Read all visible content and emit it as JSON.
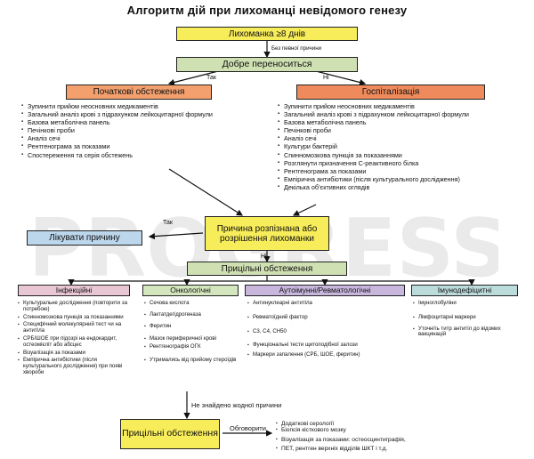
{
  "title": "Алгоритм дій при лихоманці невідомого генезу",
  "nodes": {
    "fever": "Лихоманка ≥8 днів",
    "no_focus": "Без певної причини",
    "tolerates": "Добре переноситься",
    "yes1": "Так",
    "no1": "Ні",
    "initial": "Початкові обстеження",
    "hosp": "Госпіталізація",
    "cause": "Причина розпізнана або розрішення лихоманки",
    "yes2": "Так",
    "no2": "Ні",
    "treat": "Лікувати причину",
    "targeted": "Прицільні обстеження",
    "no_cause": "Не знайдено жодної причини",
    "targeted2": "Прицільні обстеження",
    "discuss": "Обговорити"
  },
  "initial_list": [
    "Зупинити прийом неосновних медикаментів",
    "Загальний аналіз крові з підрахунком лейкоцитарної формули",
    "Базова метаболічна панель",
    "Печінкові проби",
    "Аналіз сечі",
    "Рентгенограма за показами",
    "Спостереження та серія обстежень"
  ],
  "hosp_list": [
    "Зупинити прийом неосновних медикаментів",
    "Загальний аналіз крові з підрахунком лейкоцитарної формули",
    "Базова метаболічна панель",
    "Печінкові проби",
    "Аналіз сечі",
    "Культури бактерій",
    "Спинномозкова пункція за показаннями",
    "Розглянути призначення С-реактивного білка",
    "Рентгенограма за показами",
    "Емпірична антибіотики (після культурального дослідження)",
    "Декілька об’єктивних оглядів"
  ],
  "categories": [
    {
      "label": "Інфекційні",
      "color": "#e8c6d4",
      "items": [
        "Культуральне дослідження (повторити за потребою)",
        "Спинномозкова пункція за показаннями",
        "Специфічний молекулярний тест чи на антитіла",
        "СРБ/ШОЕ при підозрі на ендокардит, остеомієліт або абсцес",
        "Візуалізація за показами",
        "Емпірична антибіотики (після культурального дослідження) при появі хвороби"
      ]
    },
    {
      "label": "Онкологічні",
      "color": "#d3e6bd",
      "items": [
        "Сечова кислота",
        "Лактатдегідрогеназа",
        "Феритин",
        "Мазок периферичної крові",
        "Рентгенографія ОГК",
        "Утримались від прийому стероїдів"
      ]
    },
    {
      "label": "Аутоімунні/Ревматологічні",
      "color": "#c9b6dd",
      "items": [
        "Антинуклеарні антитіла",
        "Ревматоїдний фактор",
        "С3, С4, СН50",
        "Функціональні тести щитоподібної залози",
        "Маркери запалення (СРБ, ШОЕ, феритин)"
      ]
    },
    {
      "label": "Імунодефіцитні",
      "color": "#bcdcdc",
      "items": [
        "Імуноглобуліни",
        "Лімфоцитарні маркери",
        "Уточніть титр антитіл до відомих вакцинацій"
      ]
    }
  ],
  "discuss_list": [
    "Додаткові серології",
    "Біопсія кісткового мозку",
    "Візуалізація за показами: остеосцинтиграфія,",
    "ПЕТ, рентген верхніх відділів ШКТ і т.д."
  ],
  "watermark": "PROGRESS"
}
